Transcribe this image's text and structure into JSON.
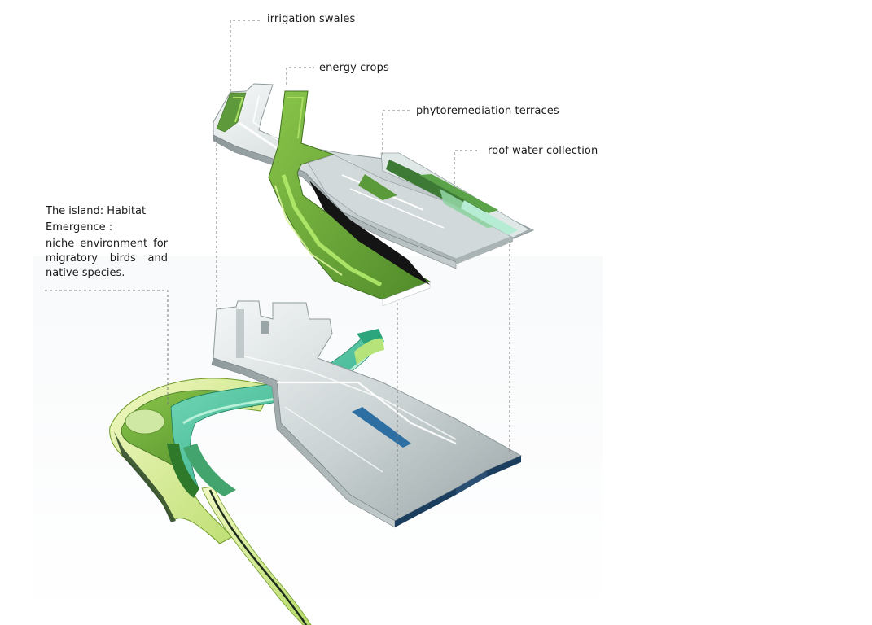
{
  "labels": {
    "irrigation_swales": "irrigation swales",
    "energy_crops": "energy crops",
    "phytoremediation_terraces": "phytoremediation terraces",
    "roof_water_collection": "roof water collection"
  },
  "island_annotation": {
    "title": "The island: Habitat",
    "subtitle": "Emergence :",
    "description": "niche environment for migratory birds and native species."
  },
  "colors": {
    "leader_line": "#7a7a7a",
    "concrete_light": "#e6ecec",
    "concrete_mid": "#b9c3c4",
    "concrete_dark": "#8e999b",
    "green_dark": "#4f8a2a",
    "green_mid": "#76b43a",
    "green_light": "#b5e06a",
    "teal": "#3cc09a",
    "yellow_green": "#e6f2a8",
    "water_blue": "#2e6fa3",
    "navy_edge": "#1c3e5e"
  }
}
